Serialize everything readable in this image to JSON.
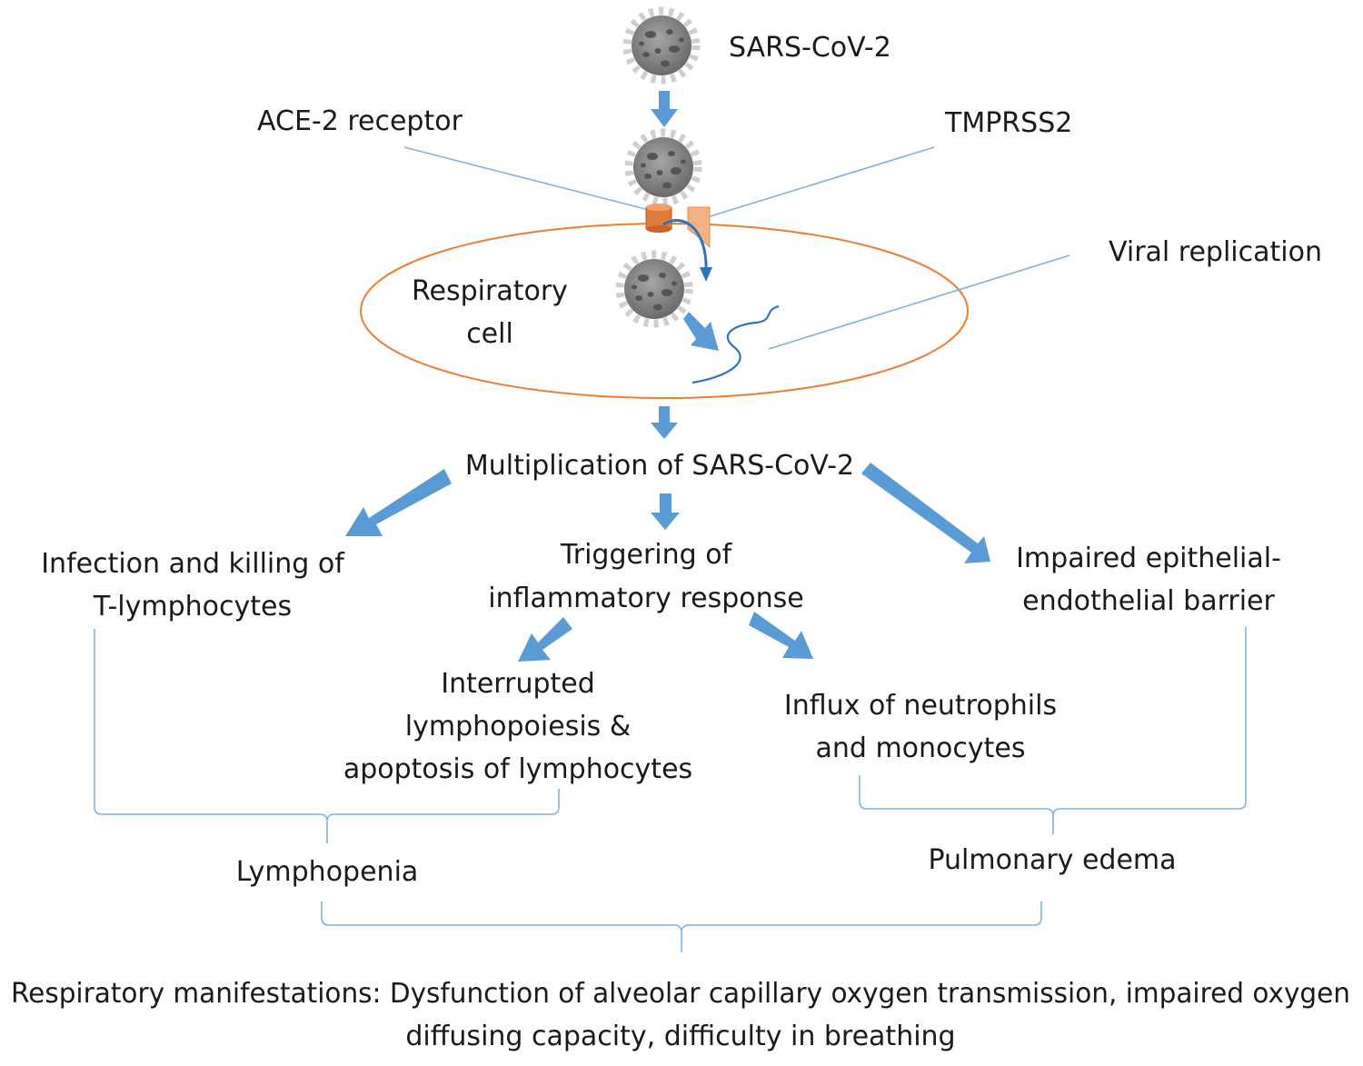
{
  "labels": {
    "virus": "SARS-CoV-2",
    "ace2": "ACE-2 receptor",
    "tmprss2": "TMPRSS2",
    "viral_replication": "Viral replication",
    "respiratory_cell": [
      "Respiratory",
      "cell"
    ],
    "multiplication": "Multiplication of SARS-CoV-2",
    "tcell_infection": [
      "Infection and killing of",
      "T-lymphocytes"
    ],
    "inflammatory": [
      "Triggering of",
      "inflammatory response"
    ],
    "barrier": [
      "Impaired epithelial-",
      "endothelial barrier"
    ],
    "lymphopoiesis": [
      "Interrupted",
      "lymphopoiesis &",
      "apoptosis of lymphocytes"
    ],
    "neutrophils": [
      "Influx of neutrophils",
      "and monocytes"
    ],
    "lymphopenia": "Lymphopenia",
    "edema": "Pulmonary edema",
    "manifestations": [
      "Respiratory manifestations: Dysfunction of alveolar capillary oxygen transmission, impaired oxygen",
      "diffusing capacity, difficulty in breathing"
    ]
  },
  "colors": {
    "arrow": "#5b9bd5",
    "thin_line": "#7fb2dc",
    "cell_outline": "#ed7d31",
    "ace2_receptor": "#e07b39",
    "tmprss2": "#f4b183",
    "virus": "#8c8c8c"
  },
  "icons": [
    "virus-particle-icon",
    "ace2-receptor-icon",
    "tmprss2-icon",
    "rna-strand-icon"
  ]
}
